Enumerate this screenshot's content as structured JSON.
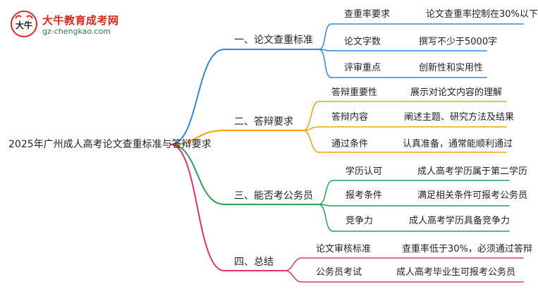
{
  "brand": {
    "name": "大牛教育成考网",
    "url": "gz-chengkao.com",
    "mark_text": "大牛"
  },
  "root": {
    "label": "2025年广州成人高考论文查重标准与答辩要求"
  },
  "colors": {
    "branch1": "#2f86e0",
    "branch2": "#f2a300",
    "branch3": "#27a05a",
    "branch4": "#e0307a"
  },
  "branches": [
    {
      "label": "一、论文查重标准",
      "items": [
        {
          "key": "查重率要求",
          "value": "论文查重率控制在30%以下"
        },
        {
          "key": "论文字数",
          "value": "撰写不少于5000字"
        },
        {
          "key": "评审重点",
          "value": "创新性和实用性"
        }
      ]
    },
    {
      "label": "二、答辩要求",
      "items": [
        {
          "key": "答辩重要性",
          "value": "展示对论文内容的理解"
        },
        {
          "key": "答辩内容",
          "value": "阐述主题、研究方法及结果"
        },
        {
          "key": "通过条件",
          "value": "认真准备，通常能顺利通过"
        }
      ]
    },
    {
      "label": "三、能否考公务员",
      "items": [
        {
          "key": "学历认可",
          "value": "成人高考学历属于第二学历"
        },
        {
          "key": "报考条件",
          "value": "满足相关条件可报考公务员"
        },
        {
          "key": "竞争力",
          "value": "成人高考学历具备竞争力"
        }
      ]
    },
    {
      "label": "四、总结",
      "items": [
        {
          "key": "论文审核标准",
          "value": "查重率低于30%，必须通过答辩"
        },
        {
          "key": "公务员考试",
          "value": "成人高考毕业生可报考公务员"
        }
      ]
    }
  ]
}
